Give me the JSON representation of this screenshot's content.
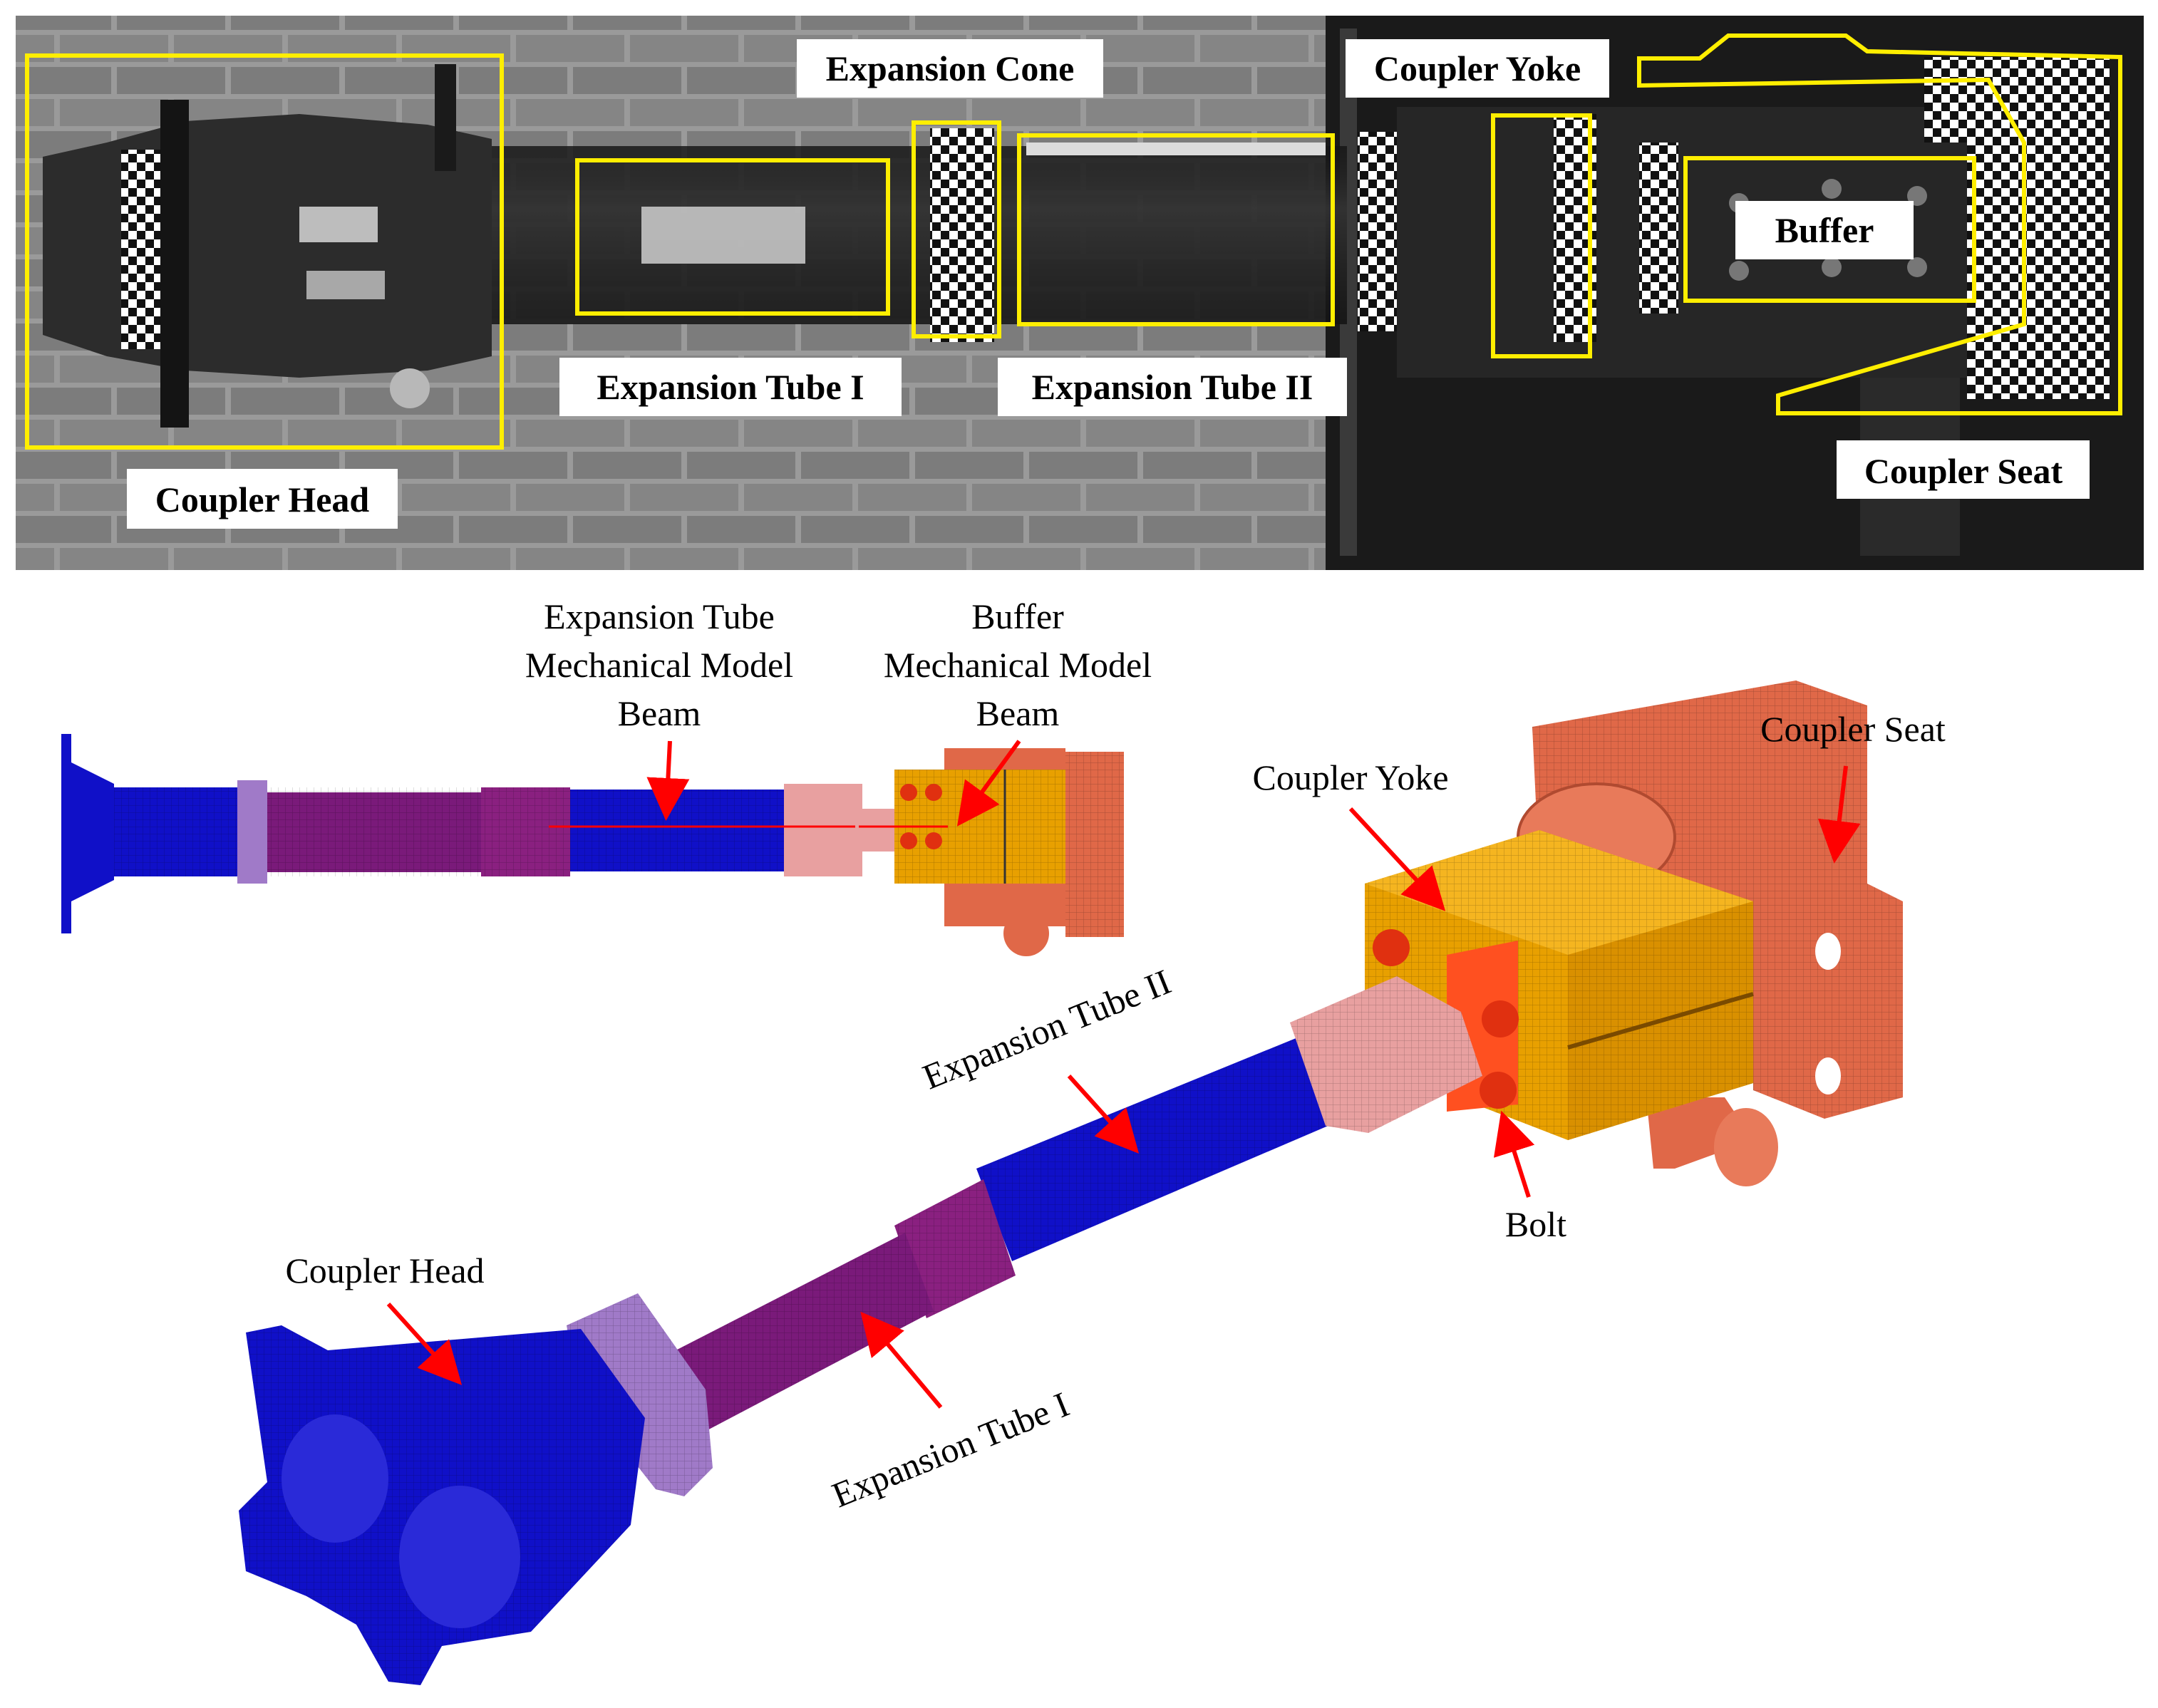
{
  "photo": {
    "labels": {
      "coupler_head": "Coupler Head",
      "expansion_tube_1": "Expansion Tube I",
      "expansion_cone": "Expansion Cone",
      "expansion_tube_2": "Expansion Tube II",
      "coupler_yoke": "Coupler Yoke",
      "buffer": "Buffer",
      "coupler_seat": "Coupler Seat"
    },
    "box_color": "#ffee00"
  },
  "fe_model": {
    "labels": {
      "tube_beam_line1": "Expansion Tube",
      "tube_beam_line2": "Mechanical Model",
      "tube_beam_line3": "Beam",
      "buffer_beam_line1": "Buffer",
      "buffer_beam_line2": "Mechanical Model",
      "buffer_beam_line3": "Beam",
      "coupler_seat": "Coupler Seat",
      "coupler_yoke": "Coupler Yoke",
      "expansion_tube_2": "Expansion Tube II",
      "bolt": "Bolt",
      "coupler_head": "Coupler Head",
      "expansion_tube_1": "Expansion Tube I"
    },
    "colors": {
      "blue": "#1010c8",
      "purple": "#7a1a7a",
      "lilac": "#a07ac8",
      "pink": "#e8a0a0",
      "orange": "#e8a000",
      "salmon": "#e06848",
      "bolt": "#e03010",
      "arrow": "#ff0000"
    }
  }
}
